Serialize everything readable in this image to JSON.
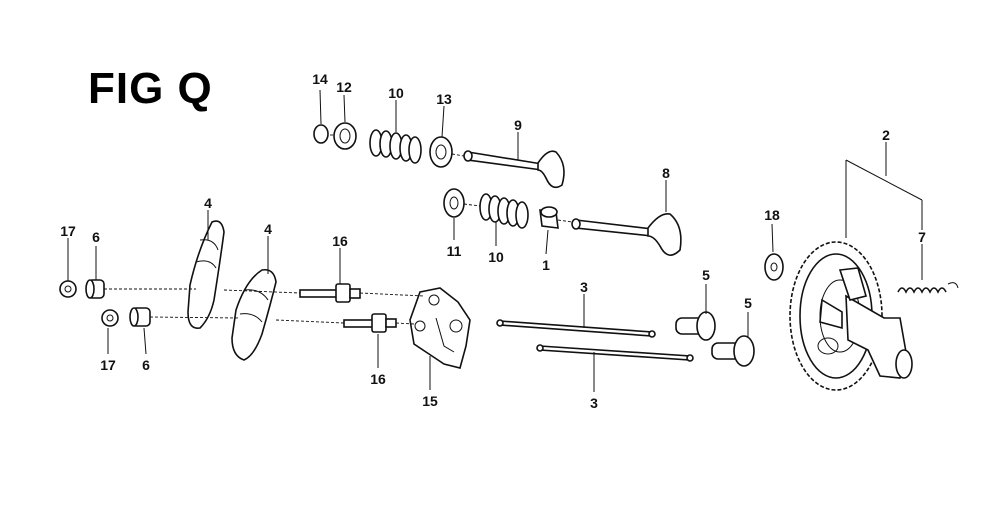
{
  "title": "FIG Q",
  "callouts": [
    "14",
    "12",
    "10",
    "13",
    "9",
    "8",
    "11",
    "10",
    "1",
    "2",
    "18",
    "7",
    "4",
    "4",
    "17",
    "6",
    "16",
    "17",
    "6",
    "16",
    "15",
    "3",
    "3",
    "5",
    "5"
  ]
}
